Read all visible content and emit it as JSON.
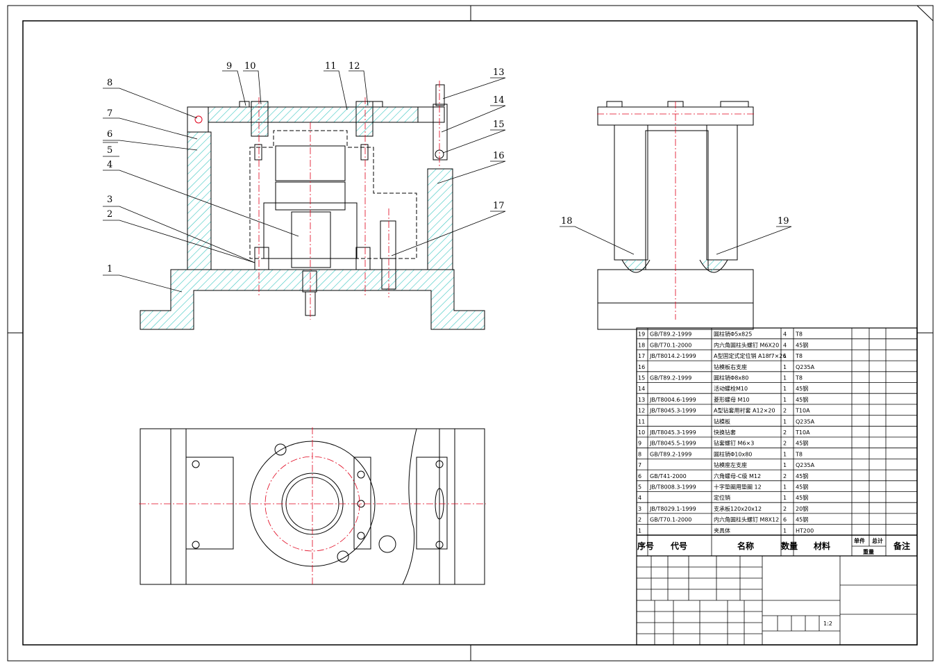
{
  "drawing": {
    "callouts": [
      "1",
      "2",
      "3",
      "4",
      "5",
      "6",
      "7",
      "8",
      "9",
      "10",
      "11",
      "12",
      "13",
      "14",
      "15",
      "16",
      "17",
      "18",
      "19"
    ],
    "scale": "1:2"
  },
  "bom": {
    "header": {
      "no": "序号",
      "code": "代号",
      "name": "名称",
      "qty": "数量",
      "material": "材料",
      "unit": "单件",
      "total": "总计",
      "weight": "重量",
      "remark": "备注"
    },
    "rows": [
      {
        "no": "19",
        "code": "GB/T89.2-1999",
        "name": "圆柱销Φ5x825",
        "qty": "4",
        "material": "T8"
      },
      {
        "no": "18",
        "code": "GB/T70.1-2000",
        "name": "内六角圆柱头螺钉 M6X20",
        "qty": "4",
        "material": "45钢"
      },
      {
        "no": "17",
        "code": "JB/T8014.2-1999",
        "name": "A型固定式定位销 A18f7×26",
        "qty": "1",
        "material": "T8"
      },
      {
        "no": "16",
        "code": "",
        "name": "钻模板右支座",
        "qty": "1",
        "material": "Q235A"
      },
      {
        "no": "15",
        "code": "GB/T89.2-1999",
        "name": "圆柱销Φ8x80",
        "qty": "1",
        "material": "T8"
      },
      {
        "no": "14",
        "code": "",
        "name": "活动螺栓M10",
        "qty": "1",
        "material": "45钢"
      },
      {
        "no": "13",
        "code": "JB/T8004.6-1999",
        "name": "菱形螺母 M10",
        "qty": "1",
        "material": "45钢"
      },
      {
        "no": "12",
        "code": "JB/T8045.3-1999",
        "name": "A型钻套用衬套 A12×20",
        "qty": "2",
        "material": "T10A"
      },
      {
        "no": "11",
        "code": "",
        "name": "钻模板",
        "qty": "1",
        "material": "Q235A"
      },
      {
        "no": "10",
        "code": "JB/T8045.3-1999",
        "name": "快换钻套",
        "qty": "2",
        "material": "T10A"
      },
      {
        "no": "9",
        "code": "JB/T8045.5-1999",
        "name": "钻套螺钉 M6×3",
        "qty": "2",
        "material": "45钢"
      },
      {
        "no": "8",
        "code": "GB/T89.2-1999",
        "name": "圆柱销Φ10x80",
        "qty": "1",
        "material": "T8"
      },
      {
        "no": "7",
        "code": "",
        "name": "钻模座左支座",
        "qty": "1",
        "material": "Q235A"
      },
      {
        "no": "6",
        "code": "GB/T41-2000",
        "name": "六角螺母-C级 M12",
        "qty": "2",
        "material": "45钢"
      },
      {
        "no": "5",
        "code": "JB/T8008.3-1999",
        "name": "十字垫圈用垫圈 12",
        "qty": "1",
        "material": "45钢"
      },
      {
        "no": "4",
        "code": "",
        "name": "定位销",
        "qty": "1",
        "material": "45钢"
      },
      {
        "no": "3",
        "code": "JB/T8029.1-1999",
        "name": "支承板120x20x12",
        "qty": "2",
        "material": "20钢"
      },
      {
        "no": "2",
        "code": "GB/T70.1-2000",
        "name": "内六角圆柱头螺钉 M8X12",
        "qty": "6",
        "material": "45钢"
      },
      {
        "no": "1",
        "code": "",
        "name": "夹具体",
        "qty": "1",
        "material": "HT200"
      }
    ]
  },
  "colors": {
    "hatch": "#39c5c0",
    "centerline": "#e0001a",
    "line": "#000000"
  }
}
